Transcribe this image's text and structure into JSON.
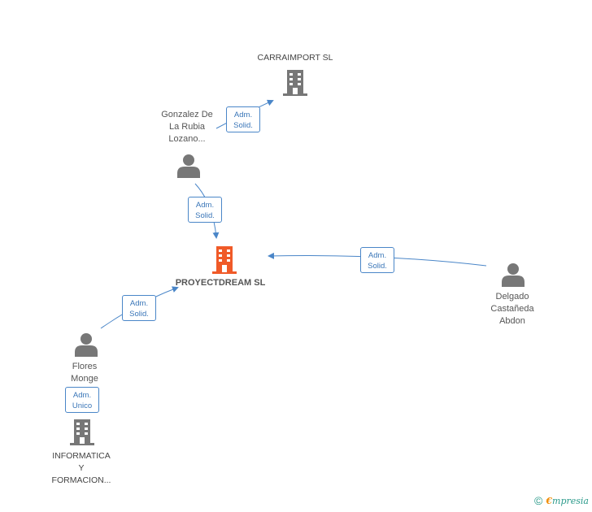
{
  "nodes": {
    "carraimport": {
      "label": "CARRAIMPORT SL"
    },
    "gonzalez": {
      "label_lines": [
        "Gonzalez De",
        "La Rubia",
        "Lozano..."
      ]
    },
    "proyectdream": {
      "label": "PROYECTDREAM SL"
    },
    "delgado": {
      "label_lines": [
        "Delgado",
        "Castañeda",
        "Abdon"
      ]
    },
    "flores": {
      "label_lines": [
        "Flores",
        "Monge"
      ]
    },
    "informatica": {
      "label_lines": [
        "INFORMATICA",
        "Y",
        "FORMACION..."
      ]
    }
  },
  "edges": [
    {
      "id": "gonzalez-carraimport",
      "line1": "Adm.",
      "line2": "Solid."
    },
    {
      "id": "gonzalez-proyectdream",
      "line1": "Adm.",
      "line2": "Solid."
    },
    {
      "id": "delgado-proyectdream",
      "line1": "Adm.",
      "line2": "Solid."
    },
    {
      "id": "flores-proyectdream",
      "line1": "Adm.",
      "line2": "Solid."
    },
    {
      "id": "flores-informatica",
      "line1": "Adm.",
      "line2": "Unico"
    }
  ],
  "footer": {
    "copyright": "©",
    "brand_initial": "€",
    "brand_rest": "mpresia"
  },
  "colors": {
    "edge": "#4a86c8",
    "main_company": "#f05a28",
    "entity": "#777777"
  }
}
